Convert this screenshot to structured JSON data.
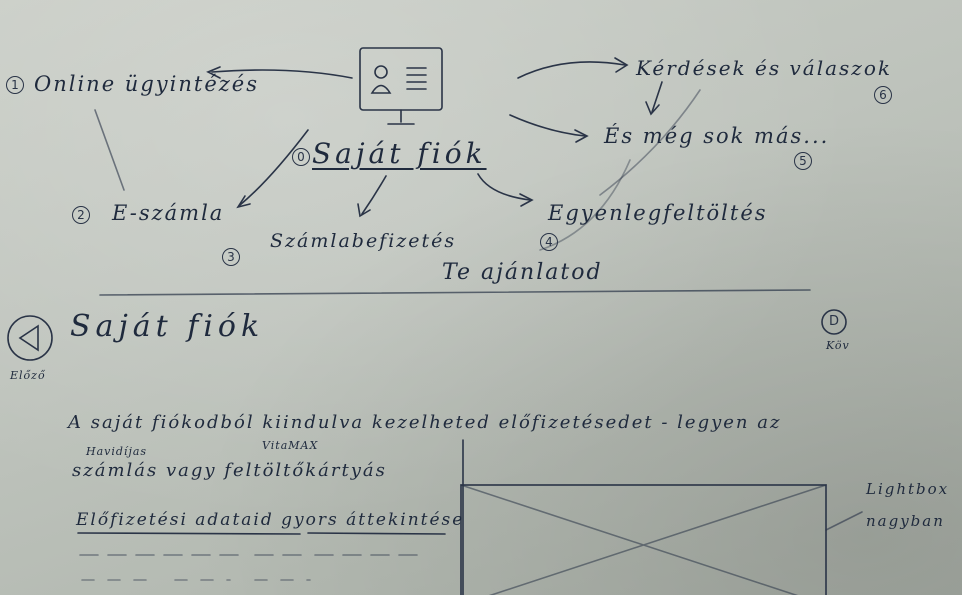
{
  "top": {
    "center": "Saját fiók",
    "center_number": "0",
    "nodes": [
      {
        "num": "1",
        "label": "Online ügyintézés"
      },
      {
        "num": "2",
        "label": "E-számla"
      },
      {
        "num": "3",
        "label": "Számlabefizetés"
      },
      {
        "num": "4",
        "label": "Egyenlegfeltöltés"
      },
      {
        "num": "5",
        "label": "És még sok más..."
      },
      {
        "num": "6",
        "label": "Kérdések és válaszok"
      }
    ],
    "footer": "Te ajánlatod"
  },
  "bottom": {
    "back_label": "Előző",
    "next_label": "Köv",
    "next_icon": "D",
    "title": "Saját fiók",
    "text_line1": "A saját fiókodból kiindulva kezelheted előfizetésedet - legyen az",
    "text_line2": "számlás vagy feltöltőkártyás",
    "note_havidijas": "Havidíjas",
    "note_vitamax": "VitaMAX",
    "link": "Előfizetési adataid gyors áttekintése",
    "lightbox_label1": "Lightbox",
    "lightbox_label2": "nagyban"
  }
}
